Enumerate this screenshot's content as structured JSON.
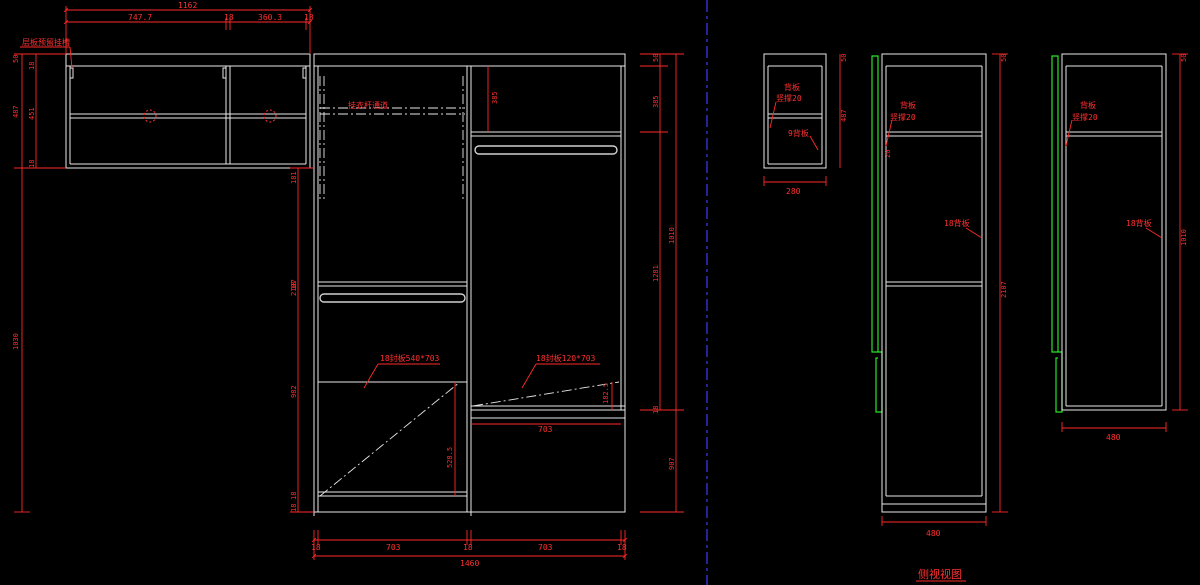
{
  "front_view": {
    "top_dims": {
      "overall": "1162",
      "left": "747.7",
      "t1": "18",
      "mid": "360.3",
      "t2": "18"
    },
    "bottom_dims": {
      "t1": "18",
      "left": "703",
      "t2": "18",
      "right": "703",
      "t3": "18",
      "overall": "1460"
    },
    "upper_cabinet_note": "层板预留挂槽",
    "left_dims": {
      "top_gap": "50",
      "upper_h": "487",
      "t_a": "18",
      "inner": "451",
      "t_b": "18",
      "full": "1030"
    },
    "inner_dims": {
      "a": "181",
      "b": "2107",
      "c": "18",
      "d": "982",
      "e": "18",
      "f": "18"
    },
    "right_dims": {
      "top": "50",
      "a": "385",
      "b": "1010",
      "c": "1281",
      "d": "18",
      "e": "907"
    },
    "inner_labels": {
      "rail": "挂衣杆通道",
      "drawer_gap": "385",
      "lower_h": "528.5",
      "lower_right_h": "182.5",
      "lower_right_w": "703"
    },
    "panel_left": "18封板540*703",
    "panel_right": "18封板120*703"
  },
  "side_view_small": {
    "width": "280",
    "height": "487",
    "top": "50",
    "labels": [
      "背板",
      "竖撑20",
      "9背板"
    ]
  },
  "side_view_a": {
    "width": "480",
    "height": "2107",
    "top": "50",
    "labels": [
      "背板",
      "竖撑20",
      "18背板"
    ],
    "small_dim": "20"
  },
  "side_view_b": {
    "width": "480",
    "height": "1010",
    "top": "50",
    "labels": [
      "背板",
      "竖撑20",
      "18背板"
    ]
  },
  "caption": "侧视视图"
}
